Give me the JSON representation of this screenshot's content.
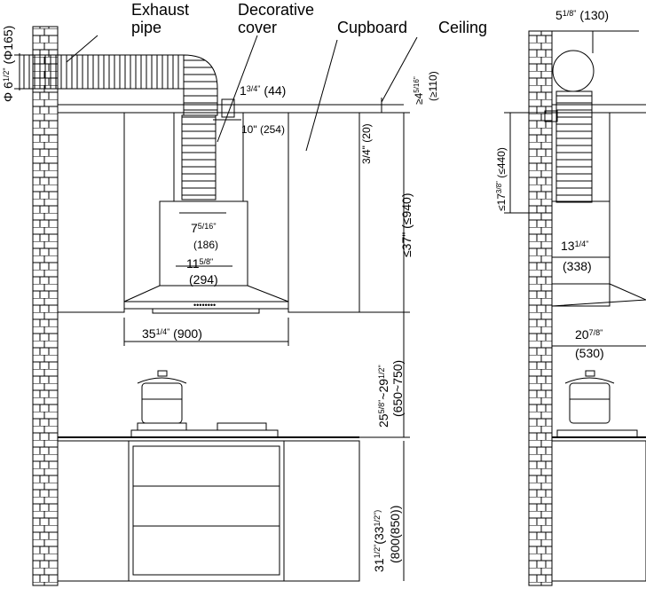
{
  "labels": {
    "exhaust_pipe_1": "Exhaust",
    "exhaust_pipe_2": "pipe",
    "decorative_cover_1": "Decorative",
    "decorative_cover_2": "cover",
    "cupboard": "Cupboard",
    "ceiling": "Ceiling"
  },
  "dimensions": {
    "pipe_diameter": "Φ 6",
    "pipe_diameter_frac": "1/2\"",
    "pipe_diameter_mm": " (Φ165)",
    "gap_44": "1",
    "gap_44_frac": "3/4\"",
    "gap_44_mm": " (44)",
    "width_254": "10\" (254)",
    "ceiling_gap_in": "≥4",
    "ceiling_gap_frac": "5/16\"",
    "ceiling_gap_mm": "(≥110)",
    "cover_gap_in": "3/4\" (20)",
    "height_940": "≤37\" (≤940)",
    "inner_w_186_in": "7",
    "inner_w_186_frac": "5/16\"",
    "inner_w_186_mm": "(186)",
    "inner_w_294_in": "11",
    "inner_w_294_frac": "5/8\"",
    "inner_w_294_mm": "(294)",
    "hood_w_900_in": "35",
    "hood_w_900_frac": "1/4\"",
    "hood_w_900_mm": " (900)",
    "cook_gap_in": "25",
    "cook_gap_frac1": "5/8\"",
    "cook_gap_mid": "~29",
    "cook_gap_frac2": "1/2\"",
    "cook_gap_mm": "(650~750)",
    "counter_h_in": "31",
    "counter_h_frac": "1/2\"",
    "counter_h_mid": "(33",
    "counter_h_frac2": "1/2\")",
    "counter_h_mm": "(800(850))",
    "side_pipe_in": "5",
    "side_pipe_frac": "1/8\"",
    "side_pipe_mm": " (130)",
    "side_h_440_in": "≤17",
    "side_h_440_frac": "3/8\"",
    "side_h_440_mm": " (≤440)",
    "side_w_338_in": "13",
    "side_w_338_frac": "1/4\"",
    "side_w_338_mm": "(338)",
    "side_w_530_in": "20",
    "side_w_530_frac": "7/8\"",
    "side_w_530_mm": "(530)"
  }
}
